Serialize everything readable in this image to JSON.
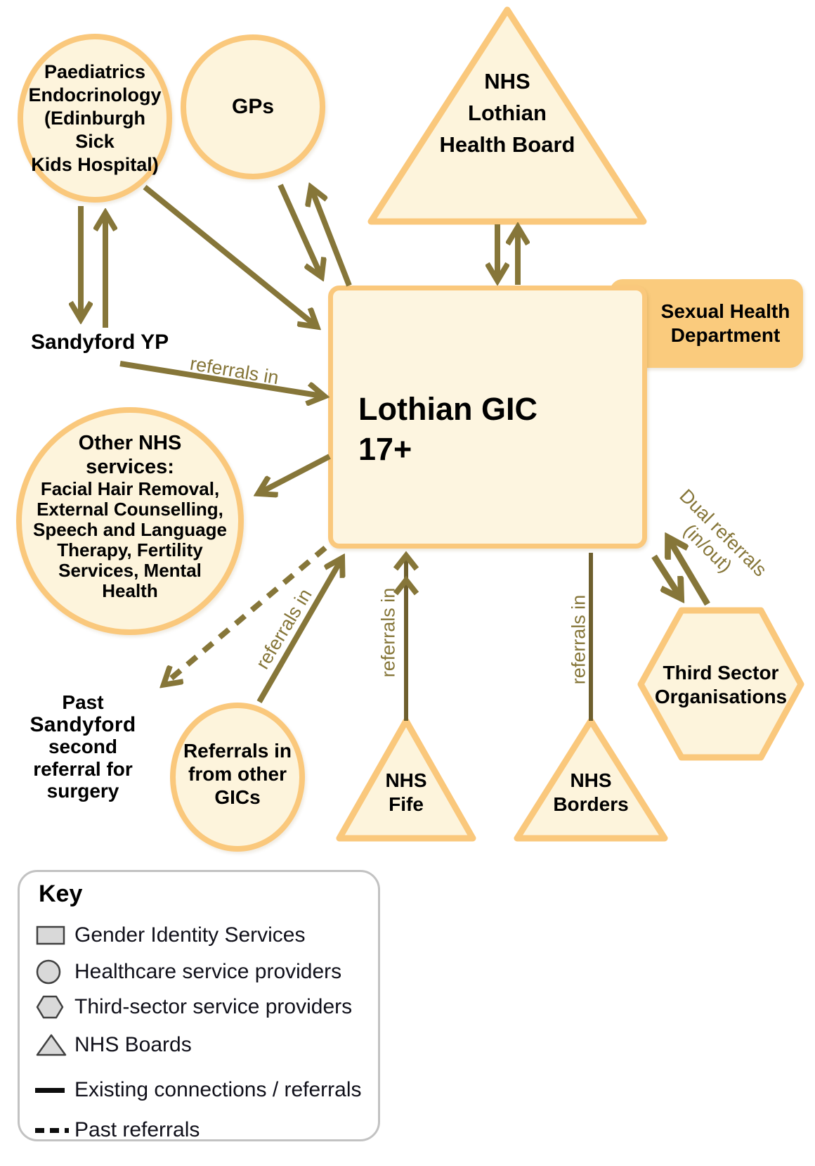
{
  "title": "Lothian GIC referral pathways diagram",
  "nodes": {
    "paediatrics": {
      "lines": [
        "Paediatrics",
        "Endocrinology",
        "(Edinburgh Sick",
        "Kids Hospital)"
      ]
    },
    "gps": {
      "label": "GPs"
    },
    "nhs_lothian": {
      "lines": [
        "NHS",
        "Lothian",
        "Health Board"
      ]
    },
    "lothian_gic": {
      "lines": [
        "Lothian GIC",
        "17+"
      ]
    },
    "sexual_health": {
      "lines": [
        "Sexual Health",
        "Department"
      ]
    },
    "sandyford_yp": {
      "label": "Sandyford  YP"
    },
    "other_nhs": {
      "heading": [
        "Other NHS",
        "services:"
      ],
      "body": [
        "Facial Hair Removal,",
        "External Counselling,",
        "Speech and Language",
        "Therapy, Fertility",
        "Services, Mental",
        "Health"
      ]
    },
    "past_sandyford": {
      "lines": [
        "Past",
        "Sandyford",
        "second",
        "referral for",
        "surgery"
      ]
    },
    "other_gics": {
      "lines": [
        "Referrals in",
        "from other",
        "GICs"
      ]
    },
    "nhs_fife": {
      "lines": [
        "NHS",
        "Fife"
      ]
    },
    "nhs_borders": {
      "lines": [
        "NHS",
        "Borders"
      ]
    },
    "third_sector": {
      "lines": [
        "Third Sector",
        "Organisations"
      ]
    }
  },
  "edge_labels": {
    "sandyford_referrals": "referrals in",
    "gics_referrals": "referrals in",
    "fife_referrals": "referrals in",
    "borders_referrals": "referrals in",
    "dual_referrals": [
      "Dual referrals",
      "(in/out)"
    ]
  },
  "key": {
    "title": "Key",
    "items": [
      {
        "icon": "square-icon",
        "label": "Gender Identity Services"
      },
      {
        "icon": "circle-icon",
        "label": "Healthcare service providers"
      },
      {
        "icon": "hexagon-icon",
        "label": "Third-sector service providers"
      },
      {
        "icon": "triangle-icon",
        "label": "NHS Boards"
      },
      {
        "icon": "solid-line-icon",
        "label": "Existing connections / referrals"
      },
      {
        "icon": "dashed-line-icon",
        "label": "Past referrals"
      }
    ]
  },
  "colors": {
    "shape_fill": "#FDF4DC",
    "shape_border": "#FAC87C",
    "sexual_health_fill": "#FACB7D",
    "arrow_olive": "#867639",
    "key_icon_fill": "#D9D9D9",
    "key_icon_stroke": "#404040",
    "text": "#000000"
  }
}
